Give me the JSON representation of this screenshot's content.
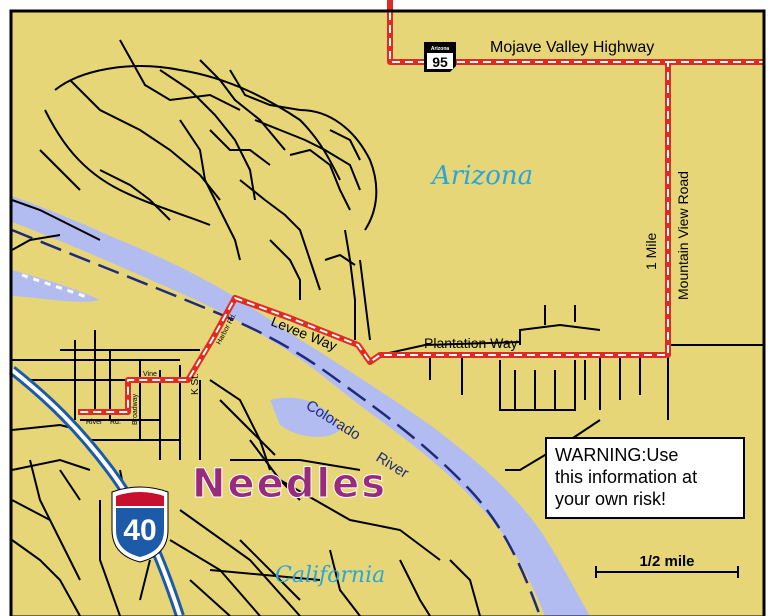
{
  "colors": {
    "land": "#e6d678",
    "water": "#b3bcf1",
    "river_line": "#1f2a7a",
    "road": "#000000",
    "route": "#e02b24",
    "needles_fill": "#9a2a7c",
    "state_label": "#2aa6d8",
    "interstate_blue": "#1d5aa8",
    "interstate_red": "#c8102e"
  },
  "highway": {
    "shield_state": "Arizona",
    "shield_number": "95",
    "name": "Mojave Valley Highway"
  },
  "state_labels": {
    "arizona": "Arizona",
    "california": "California"
  },
  "city": "Needles",
  "river": [
    "Colorado",
    "River"
  ],
  "roads": {
    "mountain_view": "Mountain View Road",
    "one_mile": "1 Mile",
    "plantation": "Plantation Way",
    "levee": "Levee Way",
    "harbor": "Harbor Rd.",
    "vine": "Vine",
    "broadway": "Broadway",
    "k_st": "K St.",
    "river_rd_1": "River",
    "river_rd_2": "Rd."
  },
  "interstate": "40",
  "warning": {
    "line1": "WARNING:Use",
    "line2": "this information at",
    "line3": "your own risk!"
  },
  "scale": "1/2 mile"
}
